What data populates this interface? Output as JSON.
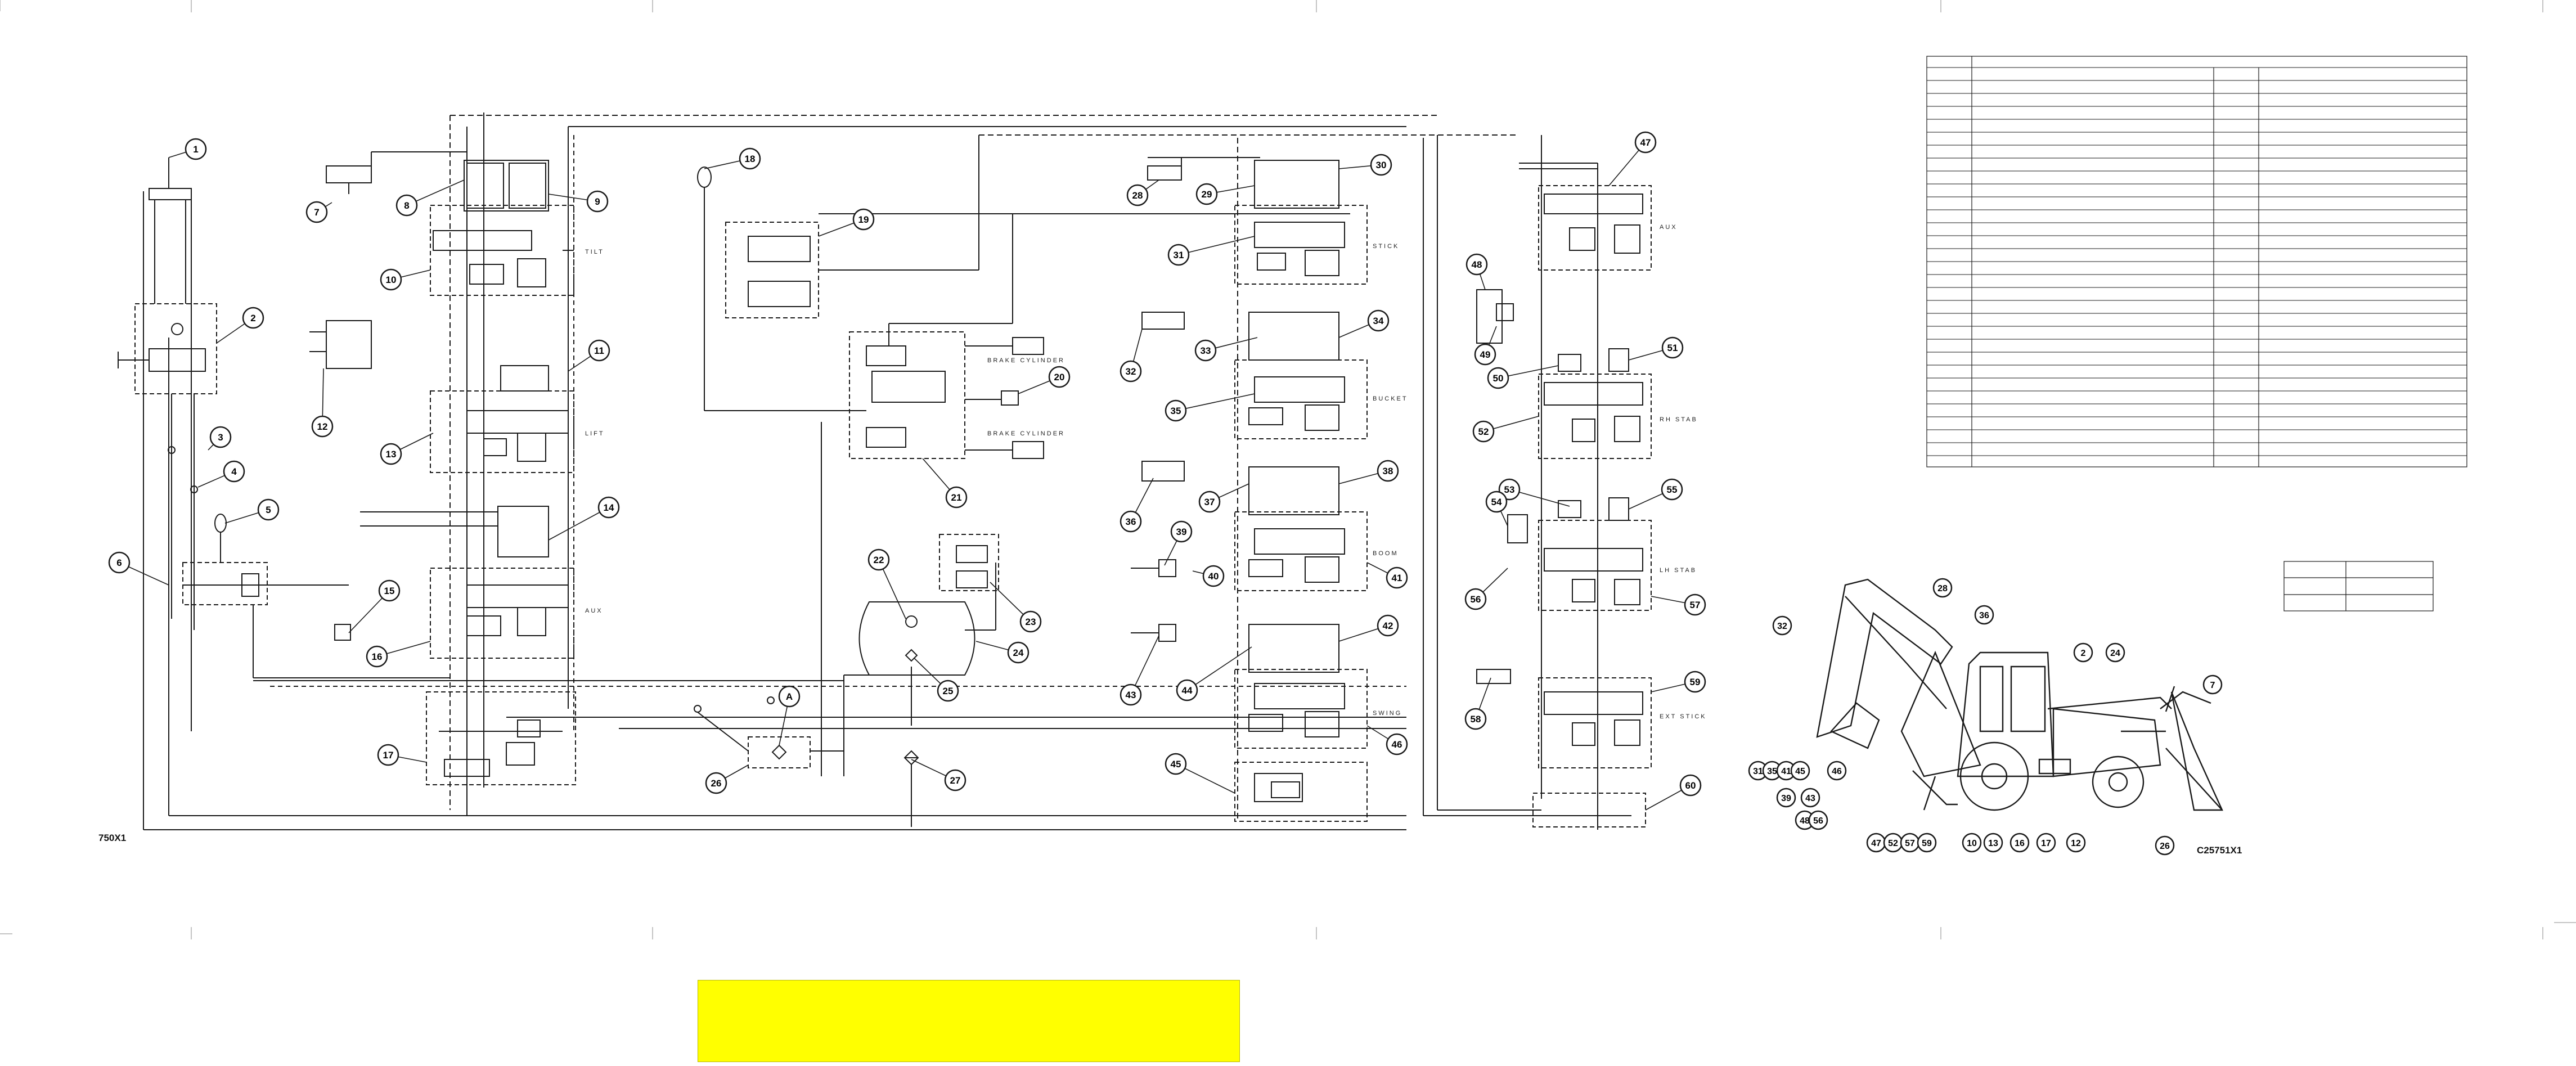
{
  "callouts": [
    "1",
    "2",
    "3",
    "4",
    "5",
    "6",
    "7",
    "8",
    "9",
    "10",
    "11",
    "12",
    "13",
    "14",
    "15",
    "16",
    "17",
    "18",
    "19",
    "20",
    "21",
    "22",
    "23",
    "24",
    "25",
    "26",
    "27",
    "28",
    "29",
    "30",
    "31",
    "32",
    "33",
    "34",
    "35",
    "36",
    "37",
    "38",
    "39",
    "40",
    "41",
    "42",
    "43",
    "44",
    "45",
    "46",
    "47",
    "48",
    "49",
    "50",
    "51",
    "52",
    "53",
    "54",
    "55",
    "56",
    "57",
    "58",
    "59",
    "60",
    "A"
  ],
  "section_labels": {
    "tilt": "TILT",
    "lift": "LIFT",
    "aux_left": "AUX",
    "brake_cylinder_top": "BRAKE CYLINDER",
    "brake_cylinder_bottom": "BRAKE CYLINDER",
    "stick": "STICK",
    "bucket": "BUCKET",
    "boom": "BOOM",
    "swing": "SWING",
    "aux_right": "AUX",
    "rh_stab": "RH STAB",
    "lh_stab": "LH STAB",
    "ext_stick": "EXT STICK"
  },
  "figure_codes": {
    "left": "750X1",
    "right": "C25751X1"
  },
  "machine_callouts": [
    "32",
    "28",
    "36",
    "2",
    "24",
    "7",
    "31",
    "35",
    "41",
    "45",
    "46",
    "39",
    "43",
    "48",
    "56",
    "47",
    "52",
    "57",
    "59",
    "10",
    "13",
    "16",
    "17",
    "12",
    "26"
  ],
  "colors": {
    "line": "#1a1a1a",
    "highlight": "#ffff00"
  }
}
